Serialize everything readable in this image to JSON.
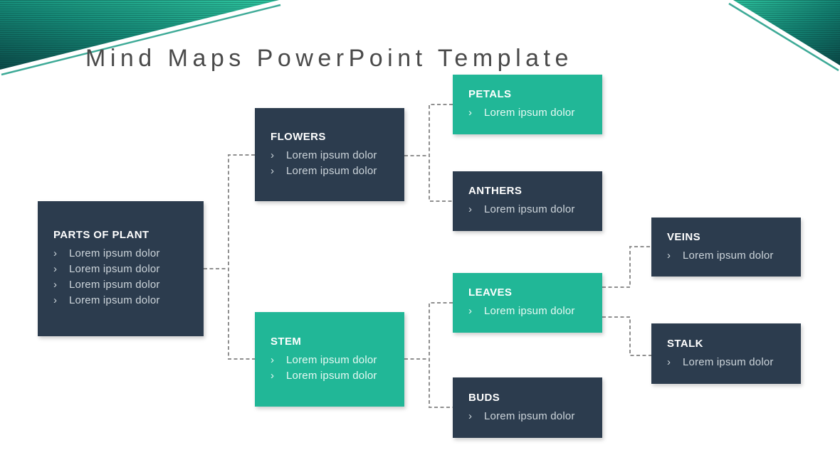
{
  "header": {
    "title": "Mind Maps PowerPoint Template"
  },
  "theme": {
    "node_dark": "#2c3c4e",
    "node_teal": "#21b797",
    "title_color": "#4a4a4a",
    "connector_color": "#8f8f8f",
    "corner_teal_dark": "#0b4a49",
    "corner_teal_light": "#2dc49f"
  },
  "mindmap": {
    "bullet_glyph": "›",
    "nodes": [
      {
        "id": "parts-of-plant",
        "title": "PARTS OF PLANT",
        "variant": "dark",
        "bullets": [
          "Lorem ipsum dolor",
          "Lorem ipsum dolor",
          "Lorem ipsum dolor",
          "Lorem ipsum dolor"
        ]
      },
      {
        "id": "flowers",
        "title": "FLOWERS",
        "variant": "dark",
        "bullets": [
          "Lorem ipsum dolor",
          "Lorem ipsum dolor"
        ]
      },
      {
        "id": "stem",
        "title": "STEM",
        "variant": "teal",
        "bullets": [
          "Lorem ipsum dolor",
          "Lorem ipsum dolor"
        ]
      },
      {
        "id": "petals",
        "title": "PETALS",
        "variant": "teal",
        "bullets": [
          "Lorem ipsum dolor"
        ]
      },
      {
        "id": "anthers",
        "title": "ANTHERS",
        "variant": "dark",
        "bullets": [
          "Lorem ipsum dolor"
        ]
      },
      {
        "id": "leaves",
        "title": "LEAVES",
        "variant": "teal",
        "bullets": [
          "Lorem ipsum dolor"
        ]
      },
      {
        "id": "buds",
        "title": "BUDS",
        "variant": "dark",
        "bullets": [
          "Lorem ipsum dolor"
        ]
      },
      {
        "id": "veins",
        "title": "VEINS",
        "variant": "dark",
        "bullets": [
          "Lorem ipsum dolor"
        ]
      },
      {
        "id": "stalk",
        "title": "STALK",
        "variant": "dark",
        "bullets": [
          "Lorem ipsum dolor"
        ]
      }
    ]
  }
}
